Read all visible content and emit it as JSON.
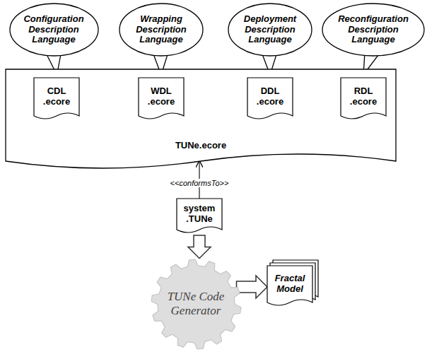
{
  "diagram": {
    "nodes": [
      {
        "text": [
          "Configuration Description Language"
        ]
      },
      {
        "text": [
          "Wrapping Description Language"
        ]
      },
      {
        "text": [
          "Deployment Description Language"
        ]
      },
      {
        "text": [
          "Reconfiguration Description Language"
        ]
      },
      {
        "text": [
          "TUNe.ecore"
        ]
      },
      {
        "text": [
          "CDL .ecore"
        ],
        "in": 4
      },
      {
        "text": [
          "WDL .ecore"
        ],
        "in": 4
      },
      {
        "text": [
          "DDL .ecore"
        ],
        "in": 4
      },
      {
        "text": [
          "RDL .ecore"
        ],
        "in": 4
      },
      {
        "text": [
          "system .TUNe"
        ]
      },
      {
        "text": [
          "TUNe Code Generator"
        ]
      },
      {
        "text": [
          "Fractal Model"
        ]
      }
    ],
    "edges": [
      {
        "from": 9,
        "to": 4,
        "arrow": "to",
        "label": "<<conformsTo>>"
      },
      {
        "from": 9,
        "to": 10,
        "arrow": "to"
      },
      {
        "from": 10,
        "to": 11,
        "arrow": "to"
      }
    ]
  }
}
